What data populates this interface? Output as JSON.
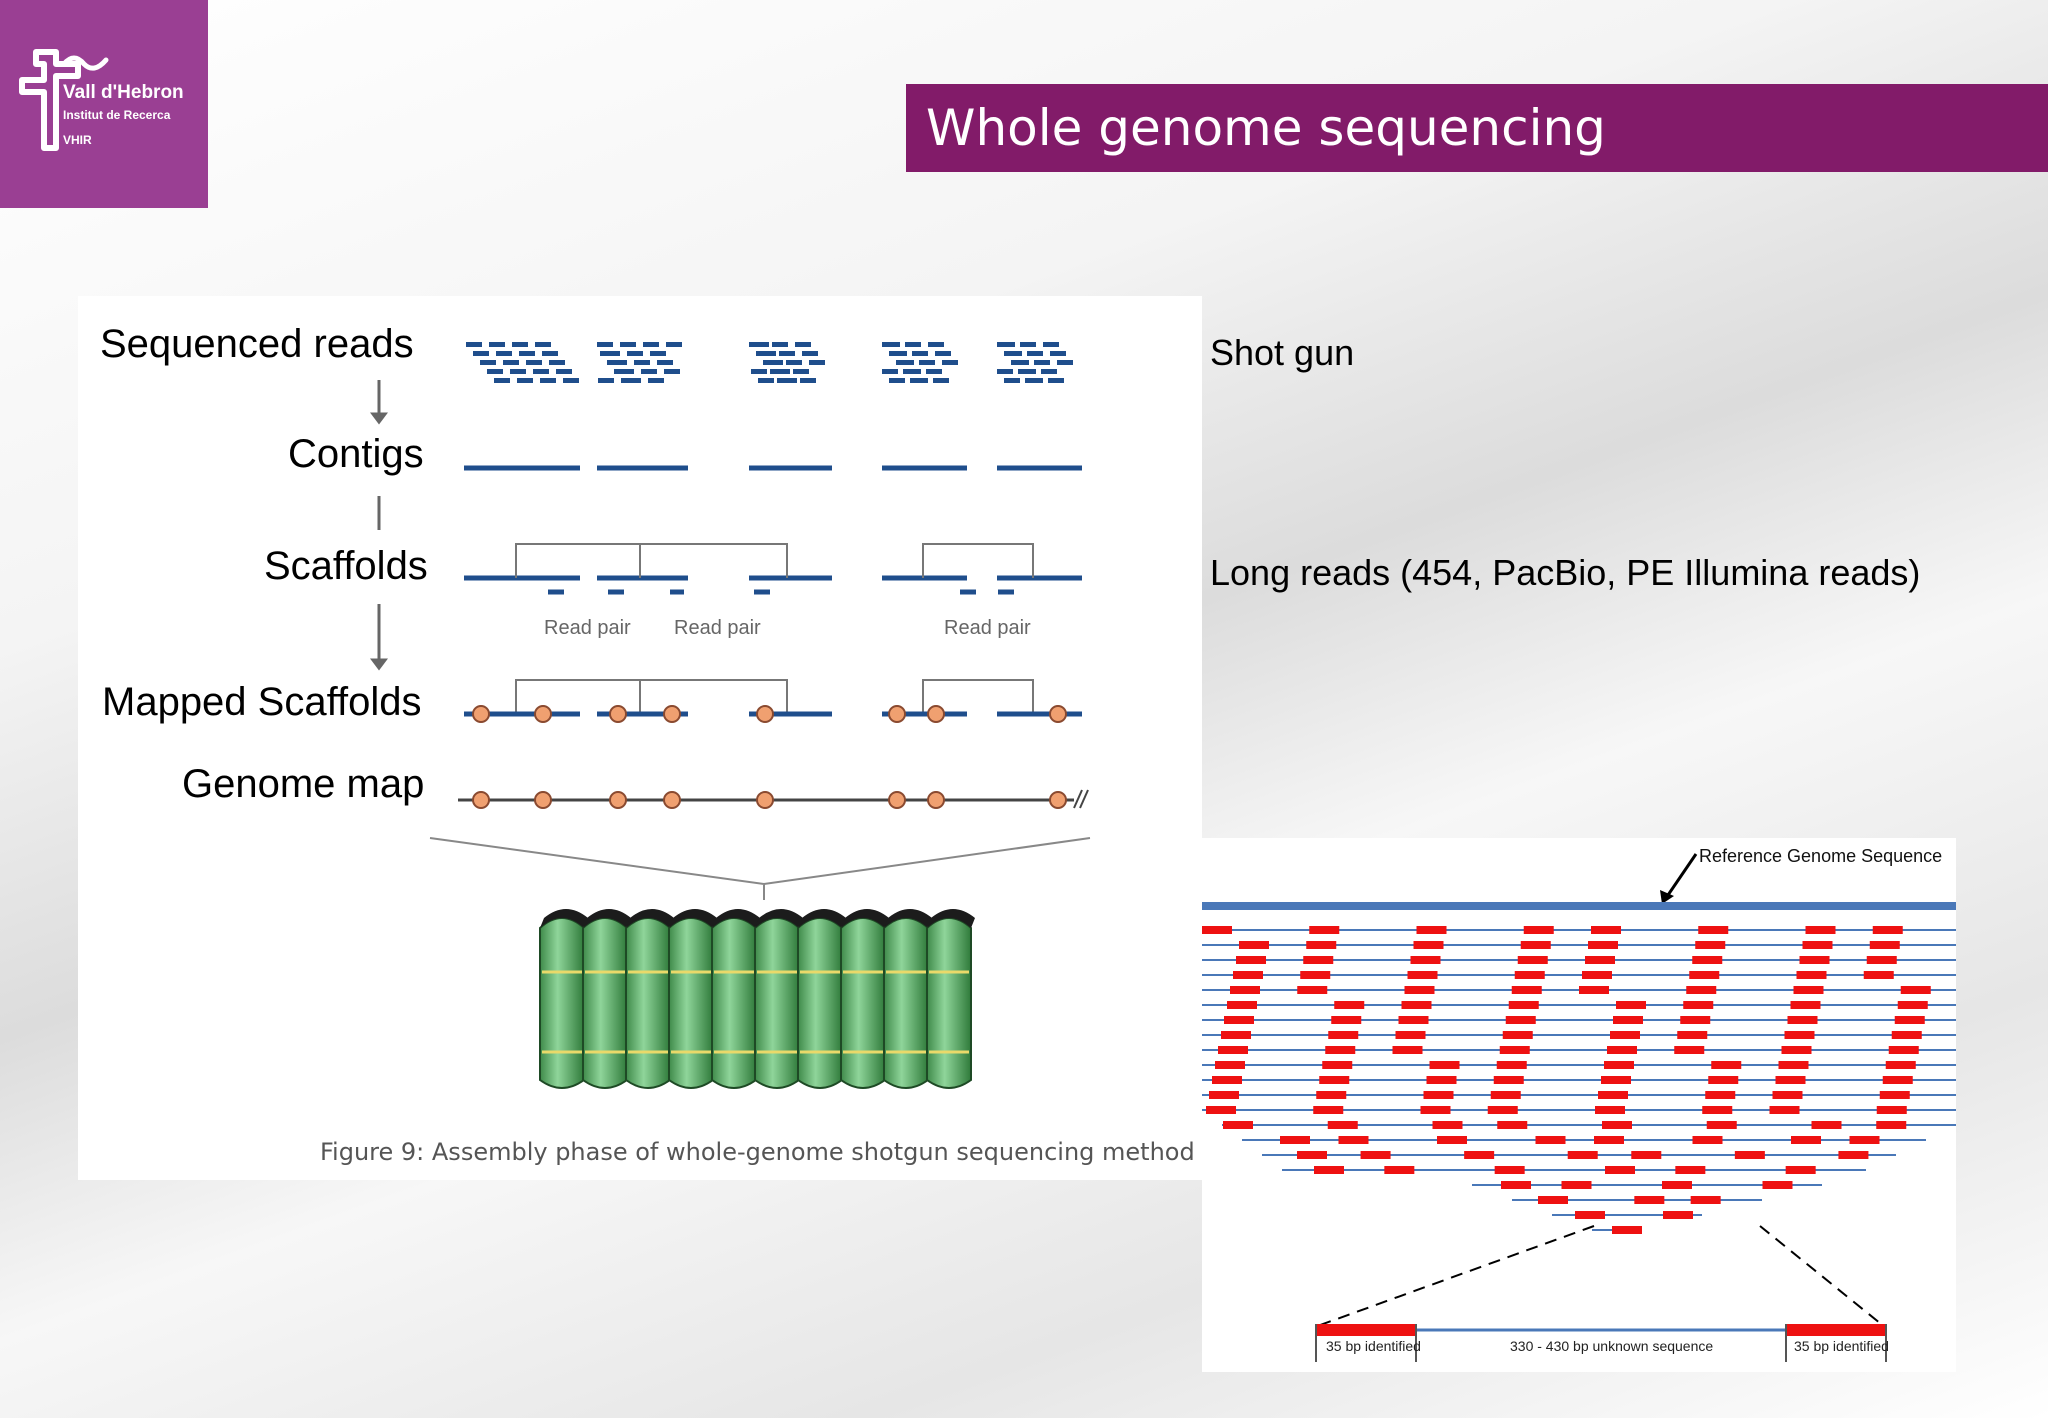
{
  "logo": {
    "name": "Vall d'Hebron",
    "subtitle": "Institut de Recerca",
    "abbreviation": "VHIR",
    "color": "#9a3f93"
  },
  "title": "Whole genome sequencing",
  "title_color": "#821b69",
  "assembly_figure": {
    "stages": [
      "Sequenced reads",
      "Contigs",
      "Scaffolds",
      "Mapped Scaffolds",
      "Genome map"
    ],
    "read_pair_labels": [
      "Read pair",
      "Read pair",
      "Read pair"
    ],
    "caption": "Figure 9: Assembly phase of whole-genome shotgun sequencing method",
    "line_color": "#1f4e8c",
    "marker_color": "#f0a070"
  },
  "notes": {
    "shotgun": "Shot gun",
    "long_reads": "Long reads (454, PacBio, PE Illumina reads)"
  },
  "mapping_figure": {
    "reference_label": "Reference Genome Sequence",
    "left_segment": "35 bp identified",
    "middle_segment": "330 - 430 bp unknown sequence",
    "right_segment": "35 bp identified",
    "read_color": "#ee1111",
    "line_color": "#4a78b8"
  }
}
